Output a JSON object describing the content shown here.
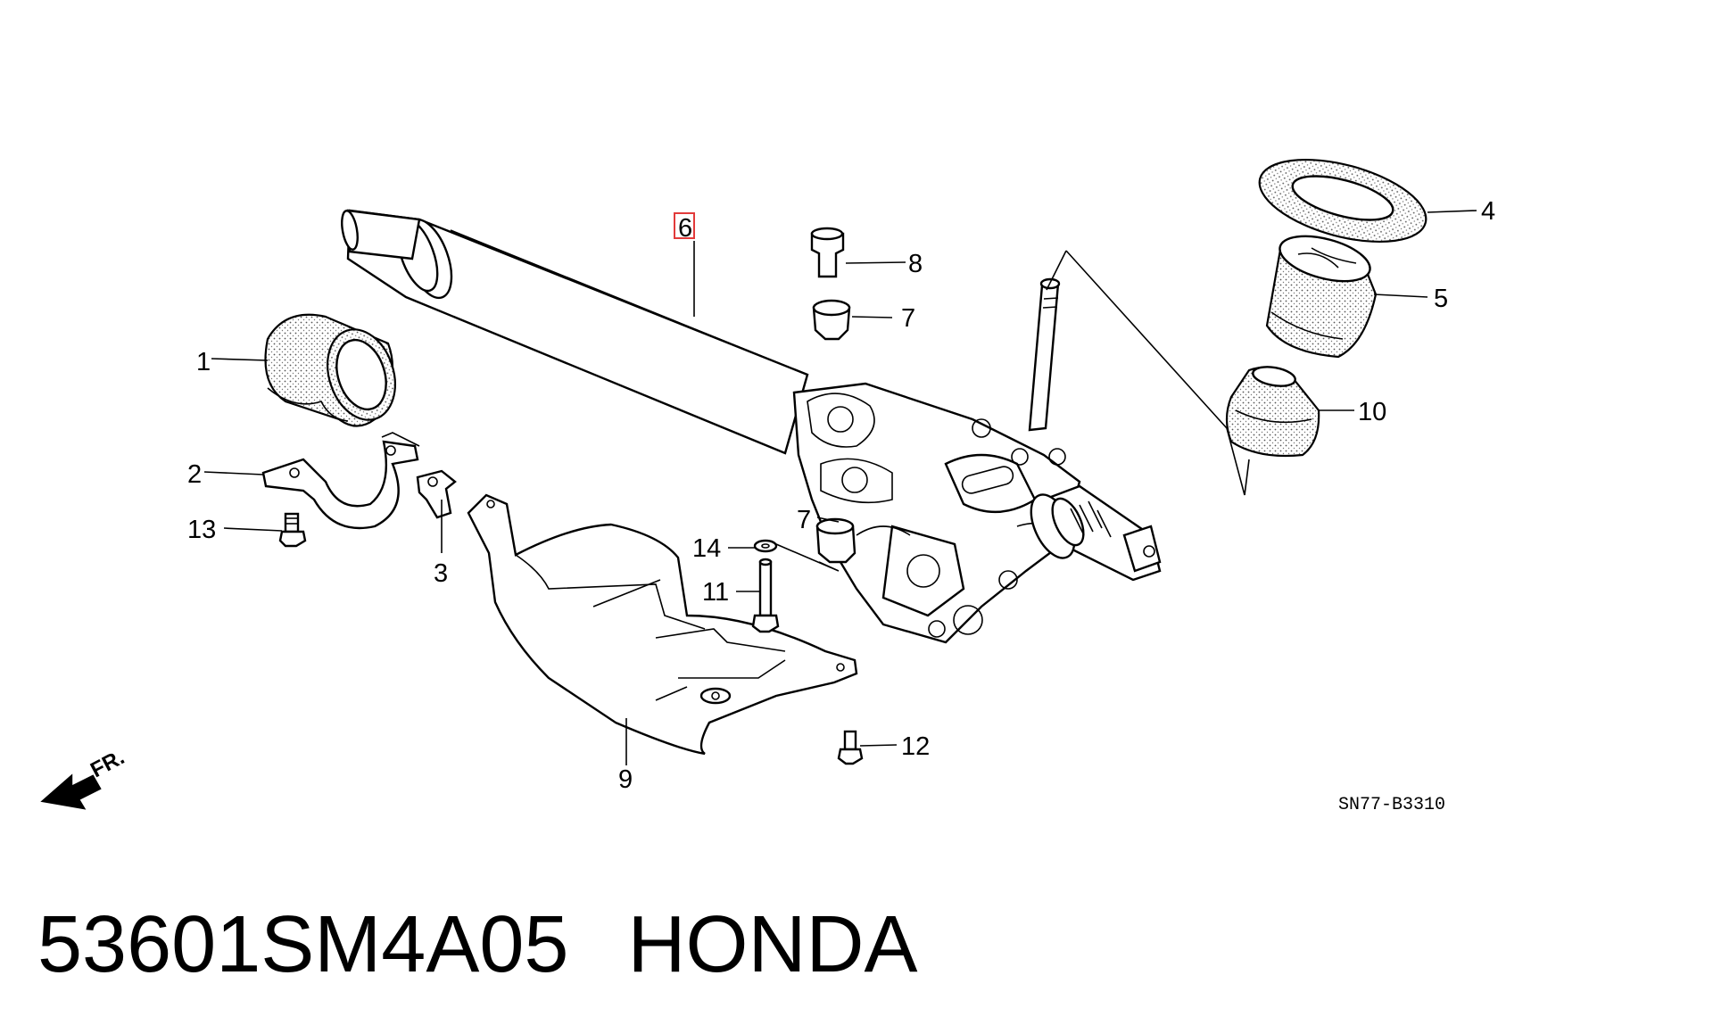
{
  "callouts": {
    "c1": "1",
    "c2": "2",
    "c3": "3",
    "c4": "4",
    "c5": "5",
    "c6": "6",
    "c7a": "7",
    "c7b": "7",
    "c8": "8",
    "c9": "9",
    "c10": "10",
    "c11": "11",
    "c12": "12",
    "c13": "13",
    "c14": "14"
  },
  "diagram_code": "SN77-B3310",
  "direction_label": "FR.",
  "footer": {
    "part_number": "53601SM4A05",
    "brand": "HONDA"
  },
  "highlight_color": "#e23a3a"
}
